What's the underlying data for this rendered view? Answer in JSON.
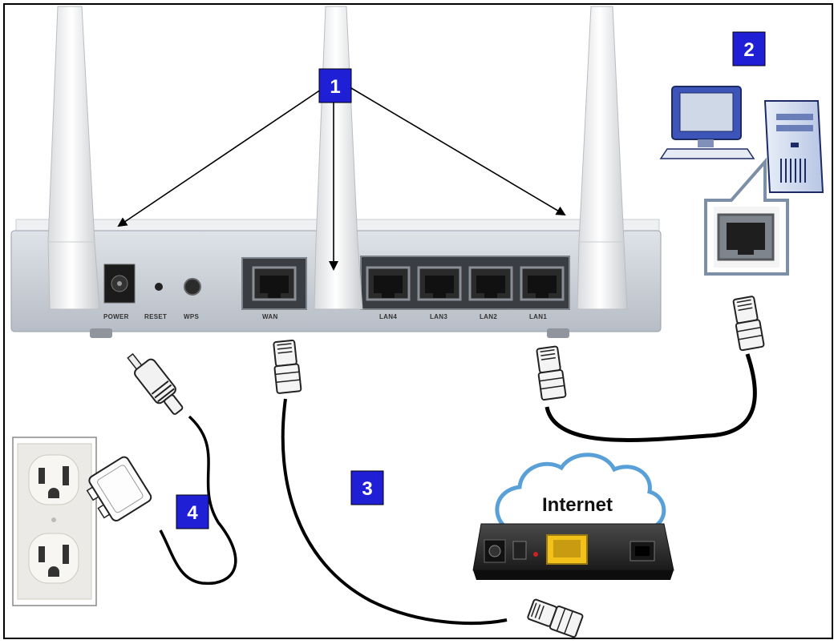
{
  "callouts": {
    "antennas": "1",
    "computer": "2",
    "internet_link": "3",
    "power": "4"
  },
  "router": {
    "power_label": "POWER",
    "reset_label": "RESET",
    "wps_label": "WPS",
    "wan_label": "WAN",
    "lan4_label": "LAN4",
    "lan3_label": "LAN3",
    "lan2_label": "LAN2",
    "lan1_label": "LAN1"
  },
  "internet": {
    "label": "Internet"
  },
  "colors": {
    "badge": "#1f1fd6",
    "router_body": "#c9ced6",
    "modem_port": "#f2c21a",
    "cloud_outline": "#5aa0d8",
    "monitor": "#3d55b8"
  }
}
